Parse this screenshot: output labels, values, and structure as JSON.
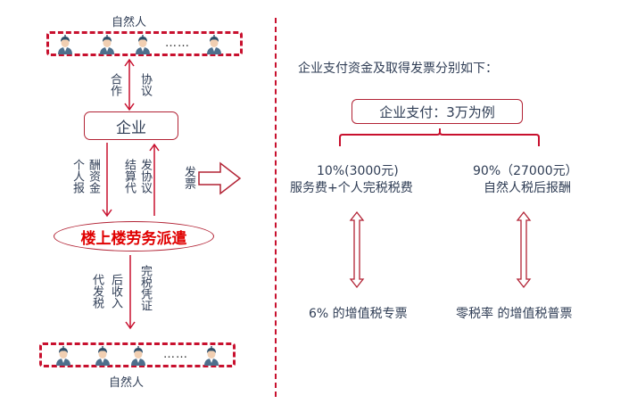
{
  "left": {
    "top_group_label": "自然人",
    "bottom_group_label": "自然人",
    "ellipsis": "……",
    "person_icon": "person-icon",
    "arrow_top": {
      "left_label": "合作",
      "right_label": "协议"
    },
    "company_label": "企业",
    "arrow_mid_down": {
      "label_col1": "个人报",
      "label_col2": "酬资金"
    },
    "arrow_mid_up": {
      "label_col1": "结算代",
      "label_col2": "发协议"
    },
    "invoice_label": "发票",
    "agency_label": "楼上楼劳务派遣",
    "arrow_bottom": {
      "label_col1": "代发税",
      "label_col2": "后收入",
      "label_col3": "完税凭证"
    }
  },
  "right": {
    "heading": "企业支付资金及取得发票分别如下：",
    "payment_box": "企业支付：3万为例",
    "branches": [
      {
        "line1": "10%(3000元)",
        "line2": "服务费+个人完税税费",
        "result": "6% 的增值税专票"
      },
      {
        "line1": "90%（27000元）",
        "line2": "自然人税后报酬",
        "result": "零税率 的增值税普票"
      }
    ]
  },
  "colors": {
    "accent": "#c8102e",
    "text": "#2f3d55",
    "agency_text": "#e00000"
  }
}
